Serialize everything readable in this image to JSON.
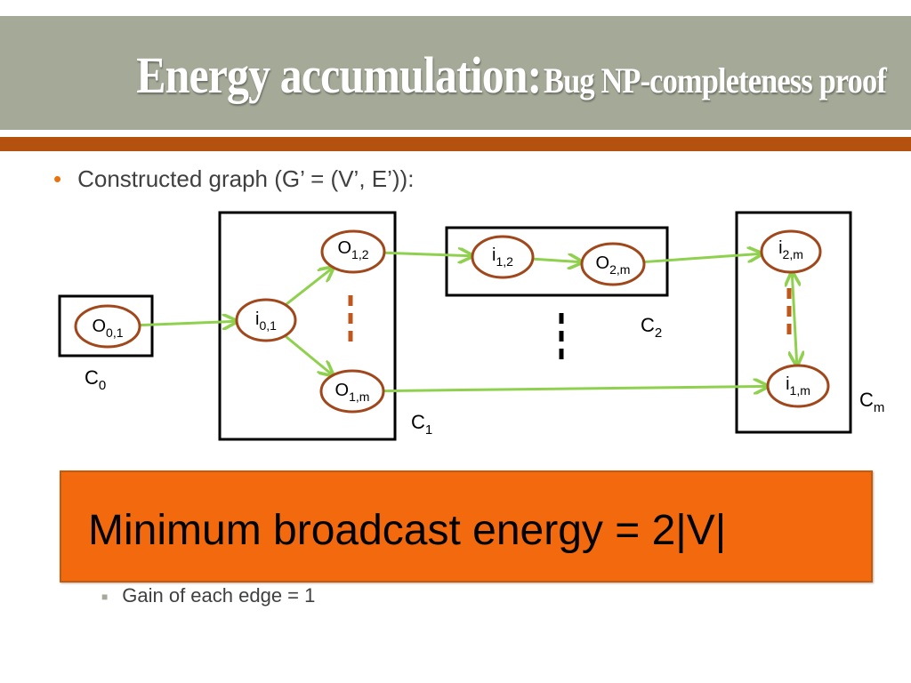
{
  "title": {
    "main": "Energy accumulation:",
    "sub": "Bug NP-completeness proof"
  },
  "bullet": {
    "text": "Constructed graph (G’ = (V’, E’)):"
  },
  "graph": {
    "nodes": [
      {
        "id": "o01",
        "base": "O",
        "sub": "0,1"
      },
      {
        "id": "i01",
        "base": "i",
        "sub": "0,1"
      },
      {
        "id": "o12",
        "base": "O",
        "sub": "1,2"
      },
      {
        "id": "o1m",
        "base": "O",
        "sub": "1,m"
      },
      {
        "id": "i12",
        "base": "i",
        "sub": "1,2"
      },
      {
        "id": "o2m",
        "base": "O",
        "sub": "2,m"
      },
      {
        "id": "i2m",
        "base": "i",
        "sub": "2,m"
      },
      {
        "id": "i1m",
        "base": "i",
        "sub": "1,m"
      }
    ],
    "components": [
      {
        "id": "c0",
        "base": "C",
        "sub": "0"
      },
      {
        "id": "c1",
        "base": "C",
        "sub": "1"
      },
      {
        "id": "c2",
        "base": "C",
        "sub": "2"
      },
      {
        "id": "cm",
        "base": "C",
        "sub": "m"
      }
    ],
    "edges": [
      {
        "from": "o01",
        "to": "i01"
      },
      {
        "from": "i01",
        "to": "o12"
      },
      {
        "from": "i01",
        "to": "o1m"
      },
      {
        "from": "o12",
        "to": "i12"
      },
      {
        "from": "i12",
        "to": "o2m"
      },
      {
        "from": "o2m",
        "to": "i2m"
      },
      {
        "from": "o1m",
        "to": "i1m"
      },
      {
        "from": "i2m",
        "to": "i1m",
        "bidirectional": true
      }
    ],
    "colors": {
      "node_border": "#a0481c",
      "edge": "#8fd14f",
      "dash_orange": "#c0561a",
      "dash_black": "#000000"
    }
  },
  "result": {
    "text": "Minimum broadcast energy = 2|V|"
  },
  "sub_bullet": {
    "text": "Gain of each edge = 1"
  },
  "colors": {
    "title_bar": "#a5aa98",
    "rule": "#b5510f",
    "result_fill": "#f26a0d",
    "bullet_dot": "#e8730e"
  }
}
